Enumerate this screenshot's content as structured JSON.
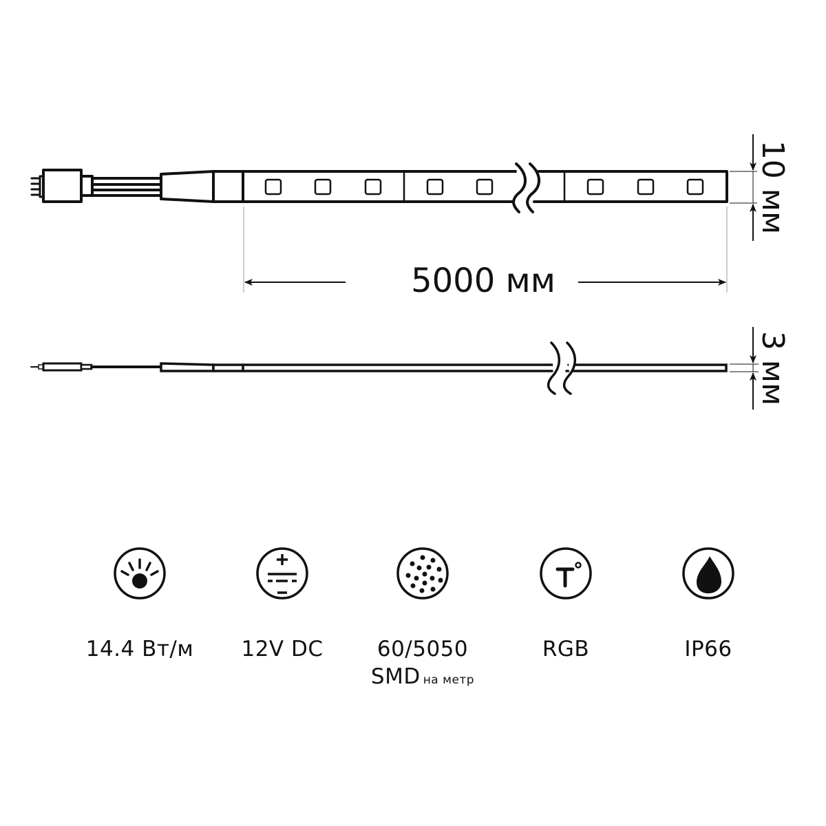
{
  "drawing": {
    "top_view": {
      "length_label": "5000 мм",
      "width_label": "10 мм",
      "led_count_visible": 8
    },
    "side_view": {
      "thickness_label": "3 мм"
    }
  },
  "specs": [
    {
      "icon": "power-brightness-icon",
      "label": "14.4 Вт/м",
      "sub": ""
    },
    {
      "icon": "dc-voltage-icon",
      "label": "12V DC",
      "sub": ""
    },
    {
      "icon": "led-density-icon",
      "label": "60/5050",
      "sub": "SMD",
      "sub_small": "на метр"
    },
    {
      "icon": "color-temperature-icon",
      "label": "RGB",
      "sub": ""
    },
    {
      "icon": "water-drop-icon",
      "label": "IP66",
      "sub": ""
    }
  ],
  "colors": {
    "line": "#111111",
    "background": "#ffffff"
  }
}
